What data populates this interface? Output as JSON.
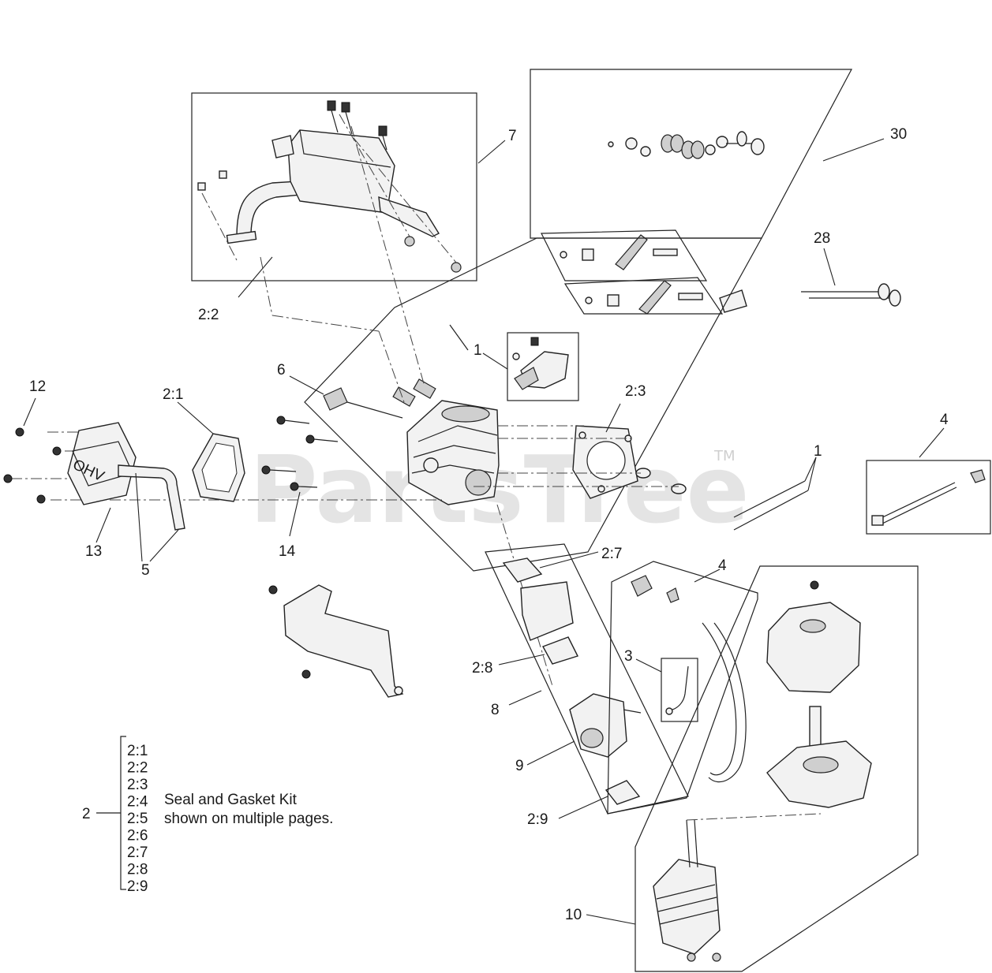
{
  "callouts": {
    "c7": "7",
    "c30": "30",
    "c28": "28",
    "c2_2": "2:2",
    "c1_top": "1",
    "c6": "6",
    "c2_1": "2:1",
    "c12": "12",
    "c2_3": "2:3",
    "c4_right": "4",
    "c1_right": "1",
    "c13": "13",
    "c5": "5",
    "c14": "14",
    "c2_7": "2:7",
    "c4_mid": "4",
    "c3": "3",
    "c2_8": "2:8",
    "c8": "8",
    "c9": "9",
    "c2_9": "2:9",
    "c10": "10",
    "c2": "2"
  },
  "kit_list": [
    "2:1",
    "2:2",
    "2:3",
    "2:4",
    "2:5",
    "2:6",
    "2:7",
    "2:8",
    "2:9"
  ],
  "kit_note": [
    "Seal and Gasket Kit",
    "shown on multiple pages."
  ],
  "valve_cover_text": "OHV",
  "watermark": {
    "text": "PartsTree",
    "tm": "TM"
  }
}
